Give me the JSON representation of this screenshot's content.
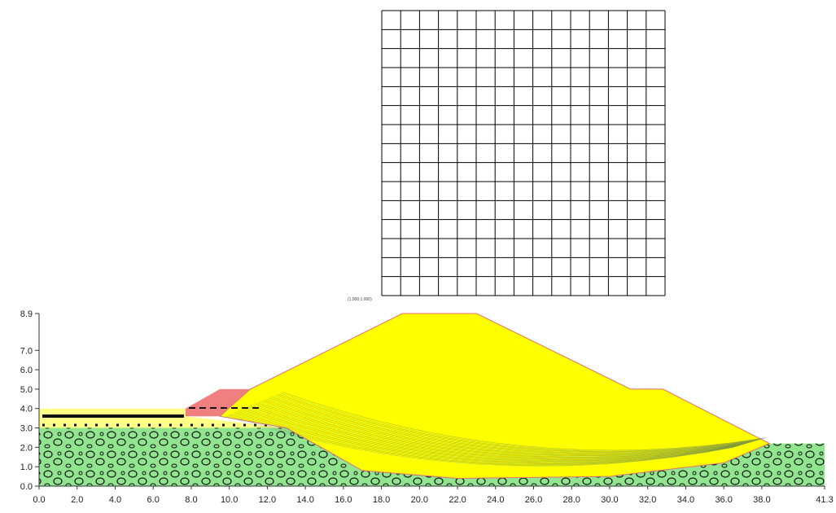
{
  "axes": {
    "x_ticks": [
      "0.0",
      "2.0",
      "4.0",
      "6.0",
      "8.0",
      "10.0",
      "12.0",
      "14.0",
      "16.0",
      "18.0",
      "20.0",
      "22.0",
      "24.0",
      "26.0",
      "28.0",
      "30.0",
      "32.0",
      "34.0",
      "36.0",
      "38.0",
      "41.3"
    ],
    "x_tick_values": [
      0,
      2,
      4,
      6,
      8,
      10,
      12,
      14,
      16,
      18,
      20,
      22,
      24,
      26,
      28,
      30,
      32,
      34,
      36,
      38,
      41.3
    ],
    "y_ticks": [
      "0.0",
      "1.0",
      "2.0",
      "3.0",
      "4.0",
      "5.0",
      "6.0",
      "7.0",
      "8.9"
    ],
    "y_tick_values": [
      0,
      1,
      2,
      3,
      4,
      5,
      6,
      7,
      8.9
    ],
    "x_range": [
      0,
      41.3
    ],
    "y_range": [
      0,
      8.9
    ]
  },
  "grid": {
    "label": "(1.900;1.000)",
    "columns": 15,
    "rows": 15
  },
  "materials": [
    {
      "name": "foundation",
      "color": "#92e58f"
    },
    {
      "name": "top-layer",
      "color": "#ffff88"
    },
    {
      "name": "embankment",
      "color": "#ffff00"
    },
    {
      "name": "berm",
      "color": "#f08080"
    }
  ],
  "profile": {
    "foundation": [
      [
        0,
        0
      ],
      [
        41.3,
        0
      ],
      [
        41.3,
        2.2
      ],
      [
        38.4,
        2.2
      ],
      [
        13.0,
        3.0
      ],
      [
        0,
        3.0
      ]
    ],
    "top_layer": [
      [
        0,
        3.0
      ],
      [
        13.0,
        3.0
      ],
      [
        7.7,
        3.6
      ],
      [
        7.7,
        4.0
      ],
      [
        0,
        4.0
      ]
    ],
    "berm": [
      [
        7.7,
        3.6
      ],
      [
        7.7,
        4.0
      ],
      [
        9.5,
        5.0
      ],
      [
        11.1,
        5.0
      ],
      [
        13.0,
        3.6
      ]
    ],
    "embankment": [
      [
        9.5,
        3.6
      ],
      [
        11.1,
        5.0
      ],
      [
        19.1,
        8.9
      ],
      [
        23.0,
        8.9
      ],
      [
        31.1,
        5.0
      ],
      [
        32.8,
        5.0
      ],
      [
        38.4,
        2.2
      ],
      [
        36.0,
        1.2
      ],
      [
        30.0,
        0.5
      ],
      [
        22.0,
        0.4
      ],
      [
        17.0,
        0.8
      ],
      [
        13.0,
        3.0
      ]
    ]
  }
}
